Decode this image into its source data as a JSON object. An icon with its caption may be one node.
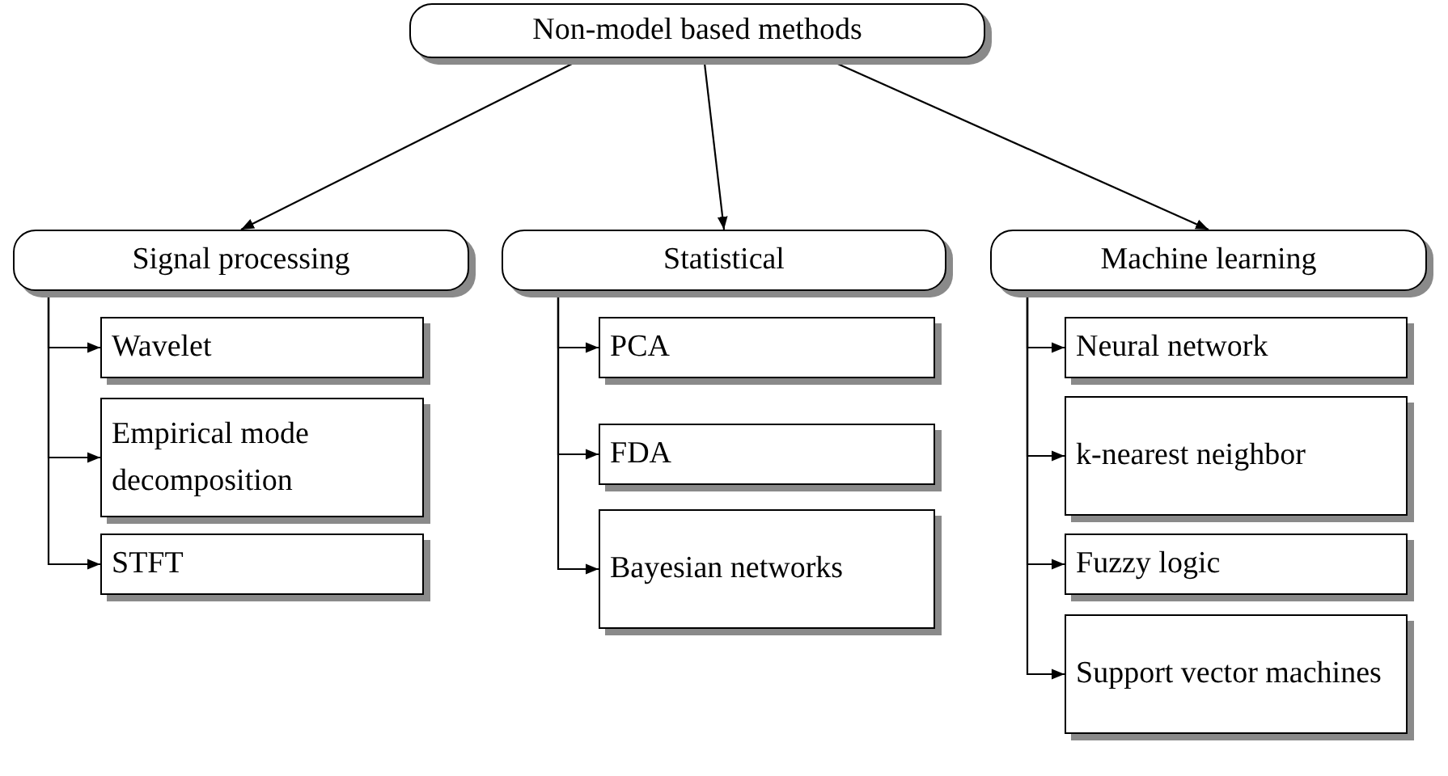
{
  "diagram": {
    "nodes": [
      {
        "text": [
          "Non-model based methods"
        ]
      },
      {
        "text": [
          "Signal processing"
        ]
      },
      {
        "text": [
          "Wavelet"
        ]
      },
      {
        "text": [
          "Empirical mode decomposition"
        ]
      },
      {
        "text": [
          "STFT"
        ]
      },
      {
        "text": [
          "Statistical"
        ]
      },
      {
        "text": [
          "PCA"
        ]
      },
      {
        "text": [
          "FDA"
        ]
      },
      {
        "text": [
          "Bayesian networks"
        ]
      },
      {
        "text": [
          "Machine learning"
        ]
      },
      {
        "text": [
          "Neural network"
        ]
      },
      {
        "text": [
          "k-nearest neighbor"
        ]
      },
      {
        "text": [
          "Fuzzy logic"
        ]
      },
      {
        "text": [
          "Support vector machines"
        ]
      }
    ],
    "edges": [
      {
        "from": 0,
        "to": 1,
        "arrow": "to"
      },
      {
        "from": 0,
        "to": 5,
        "arrow": "to"
      },
      {
        "from": 0,
        "to": 9,
        "arrow": "to"
      },
      {
        "from": 1,
        "to": 2,
        "arrow": "to"
      },
      {
        "from": 1,
        "to": 3,
        "arrow": "to"
      },
      {
        "from": 1,
        "to": 4,
        "arrow": "to"
      },
      {
        "from": 5,
        "to": 6,
        "arrow": "to"
      },
      {
        "from": 5,
        "to": 7,
        "arrow": "to"
      },
      {
        "from": 5,
        "to": 8,
        "arrow": "to"
      },
      {
        "from": 9,
        "to": 10,
        "arrow": "to"
      },
      {
        "from": 9,
        "to": 11,
        "arrow": "to"
      },
      {
        "from": 9,
        "to": 12,
        "arrow": "to"
      },
      {
        "from": 9,
        "to": 13,
        "arrow": "to"
      }
    ]
  }
}
